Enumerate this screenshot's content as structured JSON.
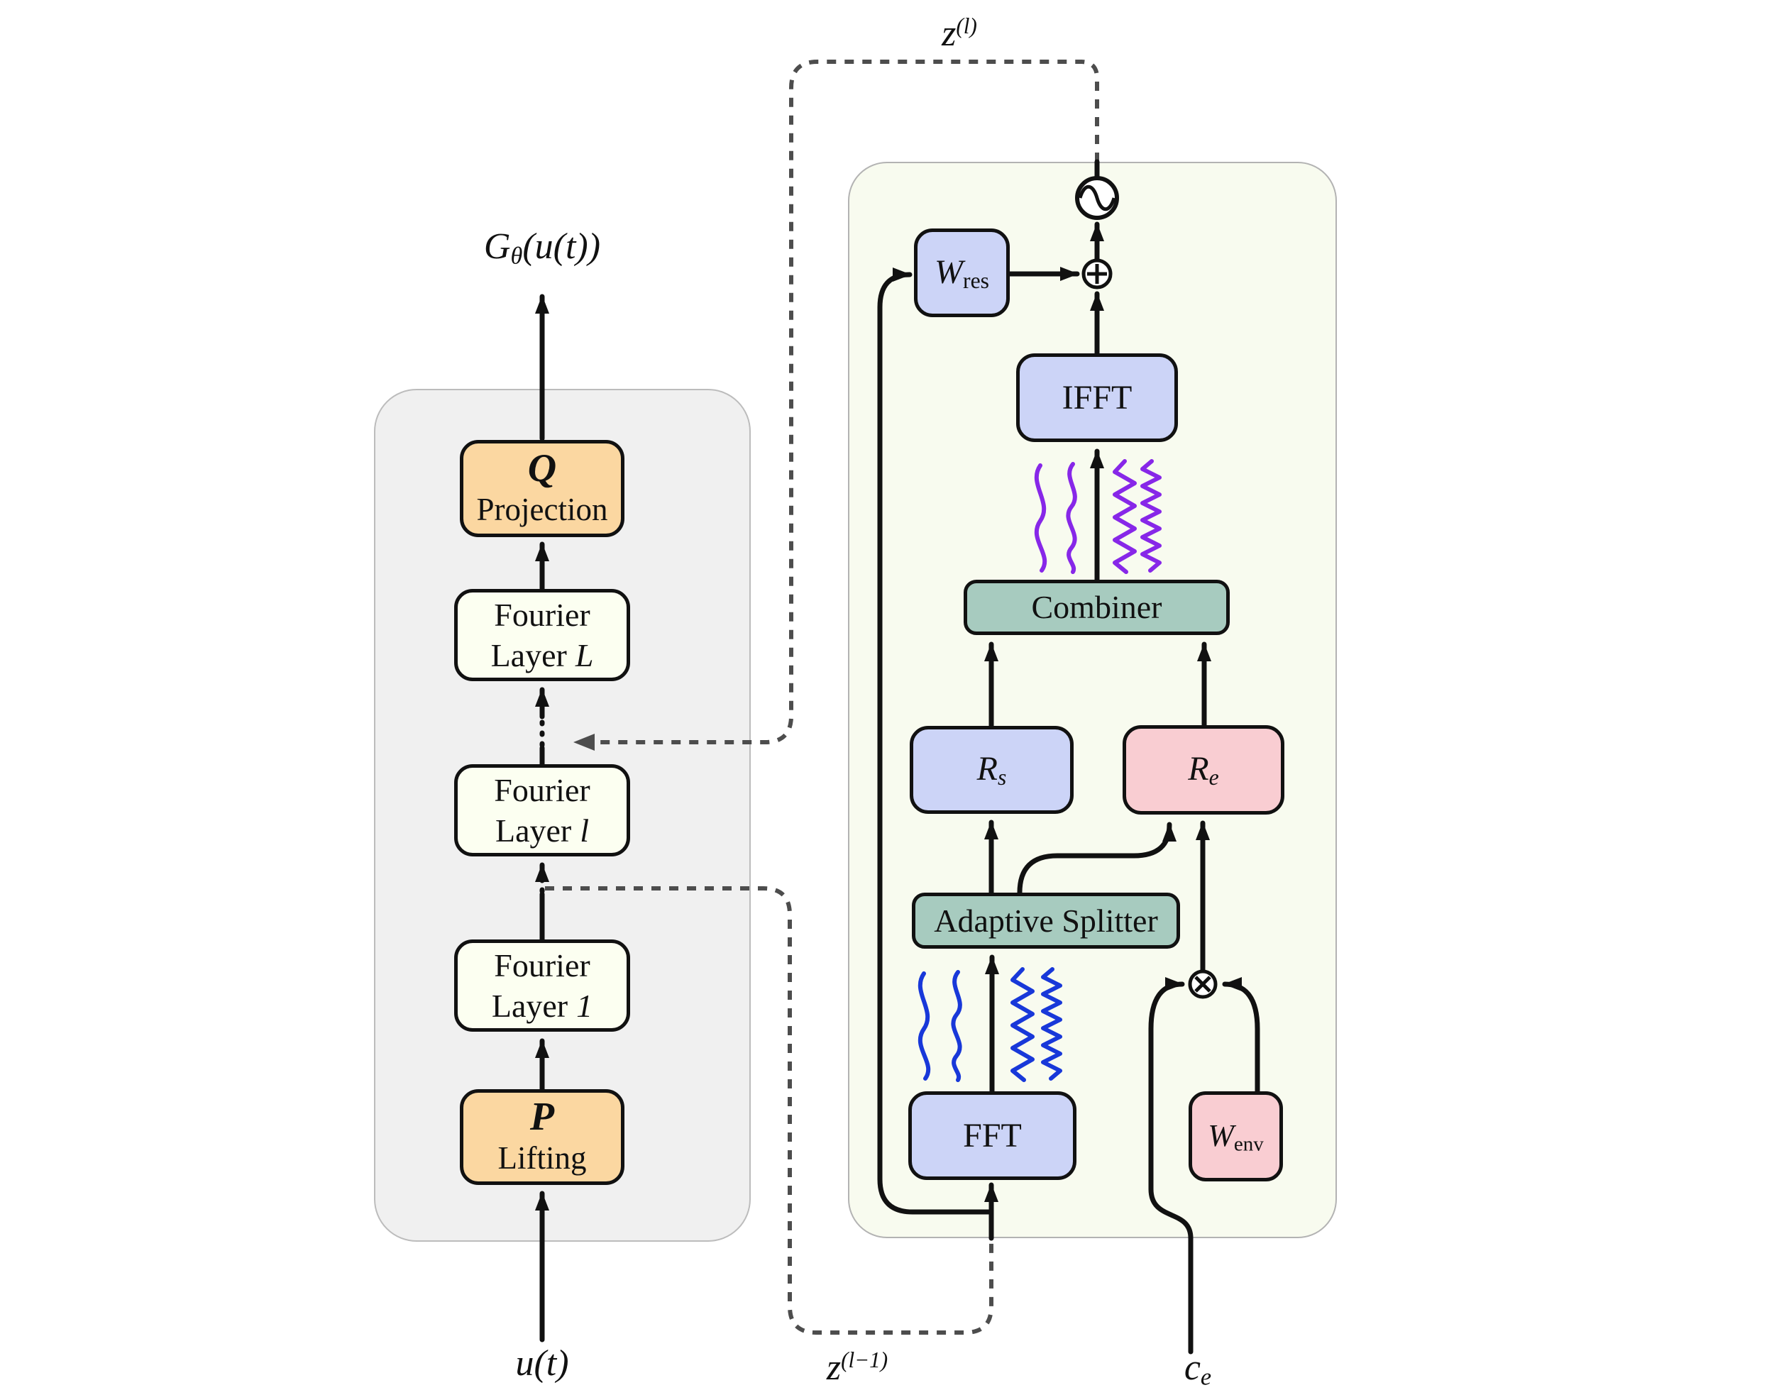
{
  "colors": {
    "accent_orange": "#fbd7a1",
    "accent_blue": "#ccd4f7",
    "accent_pink": "#f9cdd2",
    "accent_teal": "#a7cbbf",
    "panel_gray": "#f0f0f0",
    "panel_green": "#f8fbef",
    "wave_blue": "#1838d9",
    "wave_purple": "#8727e8",
    "dashed_gray": "#4d4d4d"
  },
  "labels": {
    "output": {
      "base": "G",
      "sub": "θ",
      "rest": "(u(t))"
    },
    "input": "u(t)",
    "z_l": {
      "base": "z",
      "sup": "(l)"
    },
    "z_lm1": {
      "base": "z",
      "sup": "(l−1)"
    },
    "c_e": {
      "base": "c",
      "sub": "e"
    }
  },
  "left_panel": {
    "projection": {
      "symbol": "Q",
      "label": "Projection"
    },
    "lifting": {
      "symbol": "P",
      "label": "Lifting"
    },
    "fourier_layers": [
      {
        "line1": "Fourier",
        "line2": "Layer",
        "var": "L"
      },
      {
        "line1": "Fourier",
        "line2": "Layer",
        "var": "l"
      },
      {
        "line1": "Fourier",
        "line2": "Layer",
        "var": "1"
      }
    ]
  },
  "right_panel": {
    "w_res": {
      "base": "W",
      "sub": "res"
    },
    "ifft": "IFFT",
    "combiner": "Combiner",
    "r_s": {
      "base": "R",
      "sub": "s"
    },
    "r_e": {
      "base": "R",
      "sub": "e"
    },
    "adaptive_splitter": "Adaptive Splitter",
    "fft": "FFT",
    "w_env": {
      "base": "W",
      "sub": "env"
    },
    "activation_icon": "sine-activation",
    "add_icon": "circled-plus",
    "multiply_icon": "circled-times"
  }
}
